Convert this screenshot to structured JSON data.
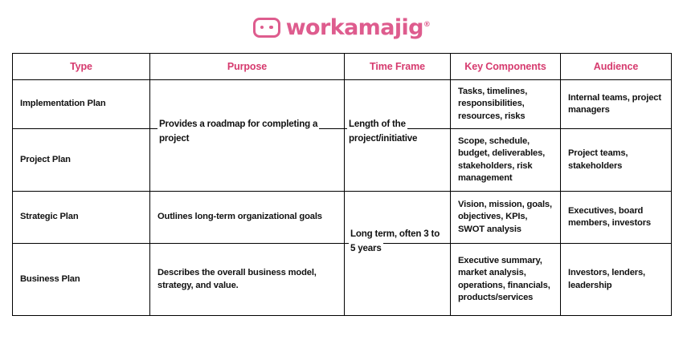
{
  "logo": {
    "name": "workamajig",
    "trademark": "®",
    "icon": "workamajig-mark",
    "color": "#DE5C8E"
  },
  "table": {
    "header_color": "#D63A6E",
    "border_color": "#000000",
    "columns": [
      "Type",
      "Purpose",
      "Time Frame",
      "Key Components",
      "Audience"
    ],
    "rows": [
      {
        "type": "Implementation Plan",
        "purpose": "",
        "time_frame": "",
        "key_components": "Tasks, timelines, responsibilities, resources, risks",
        "audience": "Internal teams, project managers"
      },
      {
        "type": "Project Plan",
        "purpose": "",
        "time_frame": "",
        "key_components": "Scope, schedule, budget, deliverables, stakeholders, risk management",
        "audience": "Project teams, stakeholders"
      },
      {
        "type": "Strategic Plan",
        "purpose": "Outlines long-term organizational goals",
        "time_frame": "",
        "key_components": "Vision, mission, goals, objectives, KPIs, SWOT analysis",
        "audience": "Executives, board members, investors"
      },
      {
        "type": "Business Plan",
        "purpose": "Describes the overall business model, strategy, and value.",
        "time_frame": "",
        "key_components": "Executive summary, market analysis, operations, financials, products/services",
        "audience": "Investors, lenders, leadership"
      }
    ]
  },
  "overlays": {
    "purpose_merged": "Provides a roadmap for completing a project",
    "time_frame_merged_top": "Length of the project/initiative",
    "time_frame_merged_bottom": "Long term, often 3 to 5 years"
  }
}
